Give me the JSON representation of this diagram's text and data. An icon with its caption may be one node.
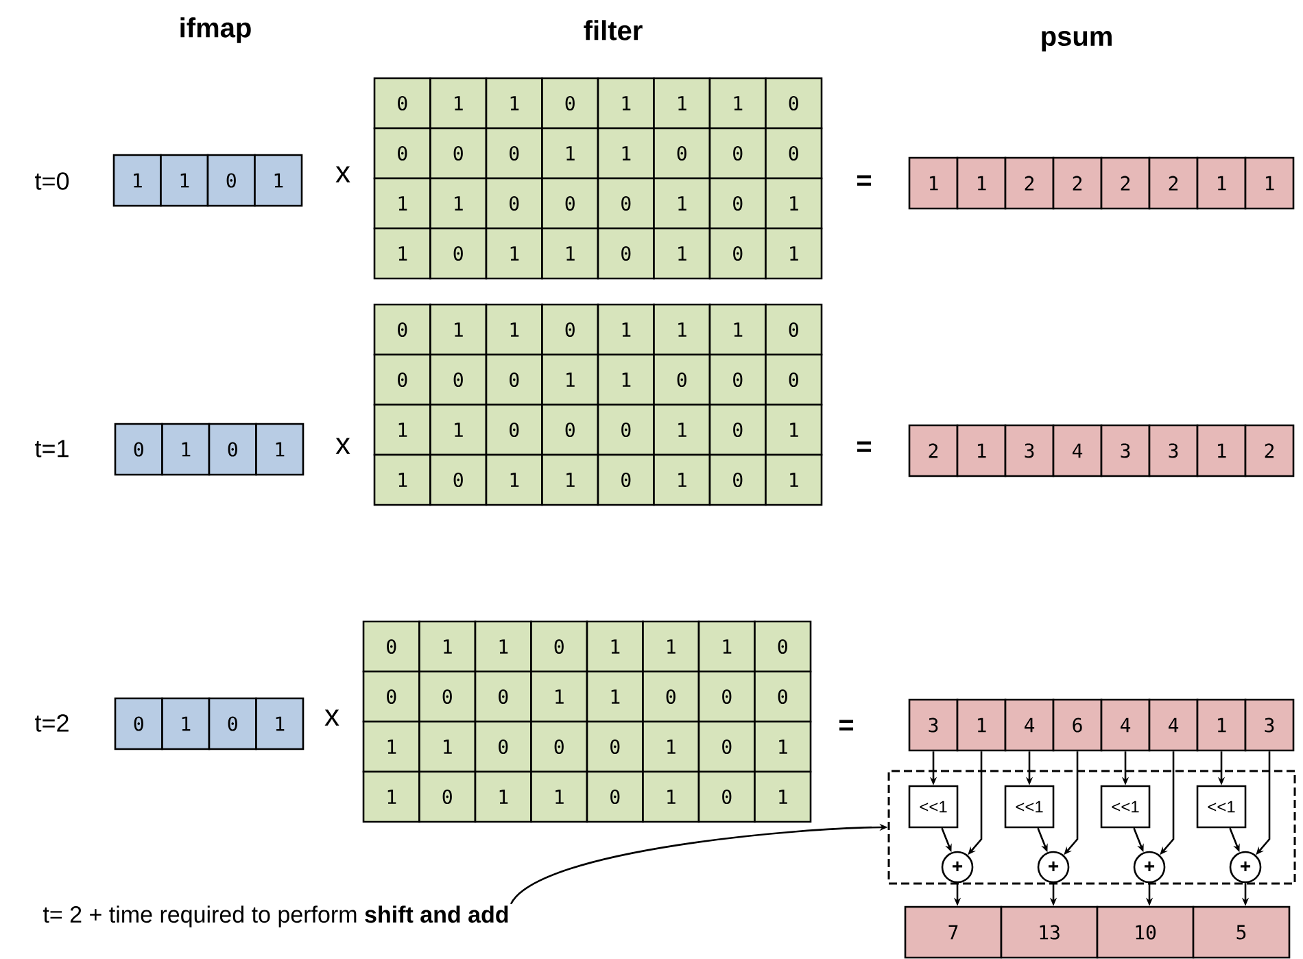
{
  "diagram": {
    "nodes": [
      {
        "text": [
          "3"
        ]
      },
      {
        "text": [
          "1"
        ]
      },
      {
        "text": [
          "4"
        ]
      },
      {
        "text": [
          "6"
        ]
      },
      {
        "text": [
          "4"
        ]
      },
      {
        "text": [
          "4"
        ]
      },
      {
        "text": [
          "1"
        ]
      },
      {
        "text": [
          "3"
        ]
      },
      {
        "text": [],
        "shape": "box"
      },
      {
        "text": [
          "<<1"
        ],
        "in": 8
      },
      {
        "text": [
          "<<1"
        ],
        "in": 8
      },
      {
        "text": [
          "<<1"
        ],
        "in": 8
      },
      {
        "text": [
          "<<1"
        ],
        "in": 8
      },
      {
        "text": [
          "+"
        ],
        "in": 8
      },
      {
        "text": [
          "+"
        ],
        "in": 8
      },
      {
        "text": [
          "+"
        ],
        "in": 8
      },
      {
        "text": [
          "+"
        ],
        "in": 8
      },
      {
        "text": [
          "7"
        ]
      },
      {
        "text": [
          "13"
        ]
      },
      {
        "text": [
          "10"
        ]
      },
      {
        "text": [
          "5"
        ]
      },
      {
        "text": [
          "t= 2 + time required to perform **shift and add**"
        ]
      }
    ],
    "edges": [
      {
        "from": 0,
        "to": 9,
        "arrow": "to"
      },
      {
        "from": 2,
        "to": 10,
        "arrow": "to"
      },
      {
        "from": 4,
        "to": 11,
        "arrow": "to"
      },
      {
        "from": 6,
        "to": 12,
        "arrow": "to"
      },
      {
        "from": 9,
        "to": 13,
        "arrow": "to"
      },
      {
        "from": 10,
        "to": 14,
        "arrow": "to"
      },
      {
        "from": 11,
        "to": 15,
        "arrow": "to"
      },
      {
        "from": 12,
        "to": 16,
        "arrow": "to"
      },
      {
        "from": 1,
        "to": 13,
        "arrow": "to"
      },
      {
        "from": 3,
        "to": 14,
        "arrow": "to"
      },
      {
        "from": 5,
        "to": 15,
        "arrow": "to"
      },
      {
        "from": 7,
        "to": 16,
        "arrow": "to"
      },
      {
        "from": 13,
        "to": 17,
        "arrow": "to"
      },
      {
        "from": 14,
        "to": 18,
        "arrow": "to"
      },
      {
        "from": 15,
        "to": 19,
        "arrow": "to"
      },
      {
        "from": 16,
        "to": 20,
        "arrow": "to"
      },
      {
        "from": 21,
        "to": 8,
        "arrow": "to"
      }
    ],
    "labels": [
      "ifmap",
      "filter",
      "psum",
      "t=0",
      "1",
      "1",
      "0",
      "1",
      "x",
      "0",
      "1",
      "1",
      "0",
      "1",
      "1",
      "1",
      "0",
      "0",
      "0",
      "0",
      "1",
      "1",
      "0",
      "0",
      "0",
      "1",
      "1",
      "0",
      "0",
      "0",
      "1",
      "0",
      "1",
      "1",
      "0",
      "1",
      "1",
      "0",
      "1",
      "0",
      "1",
      "=",
      "1",
      "1",
      "2",
      "2",
      "2",
      "2",
      "1",
      "1",
      "t=1",
      "0",
      "1",
      "0",
      "1",
      "x",
      "0",
      "1",
      "1",
      "0",
      "1",
      "1",
      "1",
      "0",
      "0",
      "0",
      "0",
      "1",
      "1",
      "0",
      "0",
      "0",
      "1",
      "1",
      "0",
      "0",
      "0",
      "1",
      "0",
      "1",
      "1",
      "0",
      "1",
      "1",
      "0",
      "1",
      "0",
      "1",
      "=",
      "2",
      "1",
      "3",
      "4",
      "3",
      "3",
      "1",
      "2",
      "t=2",
      "0",
      "1",
      "0",
      "1",
      "x",
      "0",
      "1",
      "1",
      "0",
      "1",
      "1",
      "1",
      "0",
      "0",
      "0",
      "0",
      "1",
      "1",
      "0",
      "0",
      "0",
      "1",
      "1",
      "0",
      "0",
      "0",
      "1",
      "0",
      "1",
      "1",
      "0",
      "1",
      "1",
      "0",
      "1",
      "0",
      "1",
      "="
    ]
  }
}
